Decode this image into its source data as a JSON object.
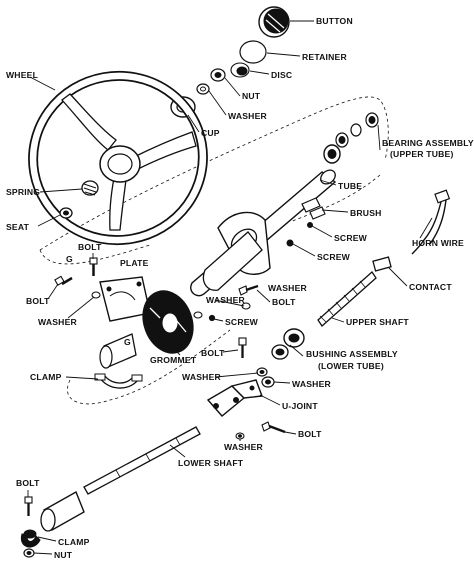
{
  "diagram": {
    "labels": {
      "button": "BUTTON",
      "retainer": "RETAINER",
      "disc": "DISC",
      "nut_top": "NUT",
      "washer_top": "WASHER",
      "cup": "CUP",
      "wheel": "WHEEL",
      "bearing_line1": "BEARING ASSEMBLY",
      "bearing_line2": "(UPPER TUBE)",
      "tube": "TUBE",
      "brush": "BRUSH",
      "spring": "SPRING",
      "screw_brush": "SCREW",
      "seat": "SEAT",
      "screw_right": "SCREW",
      "horn_wire": "HORN WIRE",
      "bolt_left_top": "BOLT",
      "g_left": "G",
      "plate": "PLATE",
      "washer_mid": "WASHER",
      "contact": "CONTACT",
      "bolt_left": "BOLT",
      "bolt_mid": "BOLT",
      "washer_center": "WASHER",
      "washer_left": "WASHER",
      "screw_center": "SCREW",
      "upper_shaft": "UPPER SHAFT",
      "g_center": "G",
      "grommet": "GROMMET",
      "bolt_center": "BOLT",
      "bushing_line1": "BUSHING ASSEMBLY",
      "bushing_line2": "(LOWER TUBE)",
      "clamp_mid": "CLAMP",
      "washer_lower1": "WASHER",
      "washer_lower2": "WASHER",
      "u_joint": "U-JOINT",
      "bolt_lower": "BOLT",
      "washer_lower3": "WASHER",
      "lower_shaft": "LOWER SHAFT",
      "bolt_bottom": "BOLT",
      "clamp_bottom": "CLAMP",
      "nut_bottom": "NUT"
    }
  }
}
